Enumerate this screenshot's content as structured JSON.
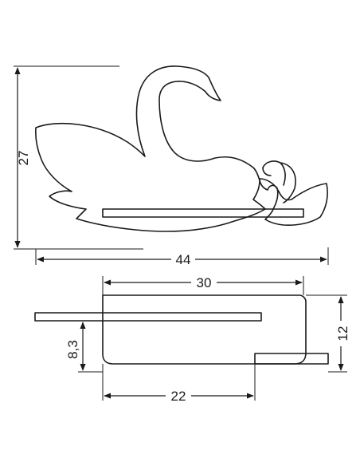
{
  "dimensions": {
    "height_total": "27",
    "width_total": "44",
    "shelf_width": "30",
    "depth": "12",
    "shelf_height": "8,3",
    "lower_width": "22"
  },
  "colors": {
    "line": "#1a1a1a",
    "background": "#ffffff"
  }
}
